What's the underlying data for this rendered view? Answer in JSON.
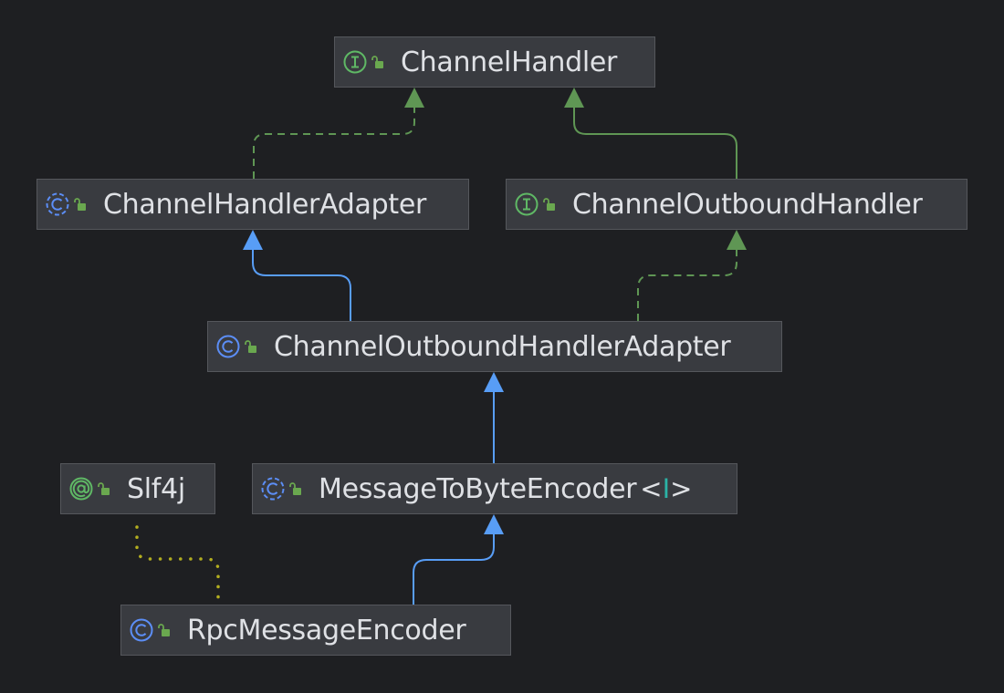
{
  "diagram": {
    "nodes": {
      "channel_handler": {
        "name": "ChannelHandler",
        "kind": "interface-icon"
      },
      "channel_handler_adapter": {
        "name": "ChannelHandlerAdapter",
        "kind": "abstract-class-icon"
      },
      "channel_outbound_handler": {
        "name": "ChannelOutboundHandler",
        "kind": "interface-icon"
      },
      "channel_outbound_handler_adapter": {
        "name": "ChannelOutboundHandlerAdapter",
        "kind": "class-icon"
      },
      "slf4j": {
        "name": "Slf4j",
        "kind": "annotation-icon"
      },
      "message_to_byte_encoder": {
        "name": "MessageToByteEncoder",
        "type_open": "<",
        "type_param": "I",
        "type_close": ">",
        "kind": "abstract-class-icon"
      },
      "rpc_message_encoder": {
        "name": "RpcMessageEncoder",
        "kind": "class-icon"
      }
    },
    "edges": [
      {
        "from": "channel_handler_adapter",
        "to": "channel_handler",
        "relation": "implements"
      },
      {
        "from": "channel_outbound_handler",
        "to": "channel_handler",
        "relation": "extends-interface"
      },
      {
        "from": "channel_outbound_handler_adapter",
        "to": "channel_handler_adapter",
        "relation": "extends"
      },
      {
        "from": "channel_outbound_handler_adapter",
        "to": "channel_outbound_handler",
        "relation": "implements"
      },
      {
        "from": "message_to_byte_encoder",
        "to": "channel_outbound_handler_adapter",
        "relation": "extends"
      },
      {
        "from": "rpc_message_encoder",
        "to": "message_to_byte_encoder",
        "relation": "extends"
      },
      {
        "from": "rpc_message_encoder",
        "to": "slf4j",
        "relation": "annotated-by"
      }
    ],
    "colors": {
      "background": "#1e1f22",
      "node_fill": "#393b40",
      "node_border": "#55575c",
      "text": "#dfe1e5",
      "extends_blue": "#589df6",
      "implements_green": "#5f9654",
      "annotation_yellow": "#b3ae1f",
      "interface_icon": "#5fb865",
      "class_icon": "#5c8ef6",
      "lock_icon": "#6aa84f",
      "type_param": "#2bb3a6"
    }
  }
}
